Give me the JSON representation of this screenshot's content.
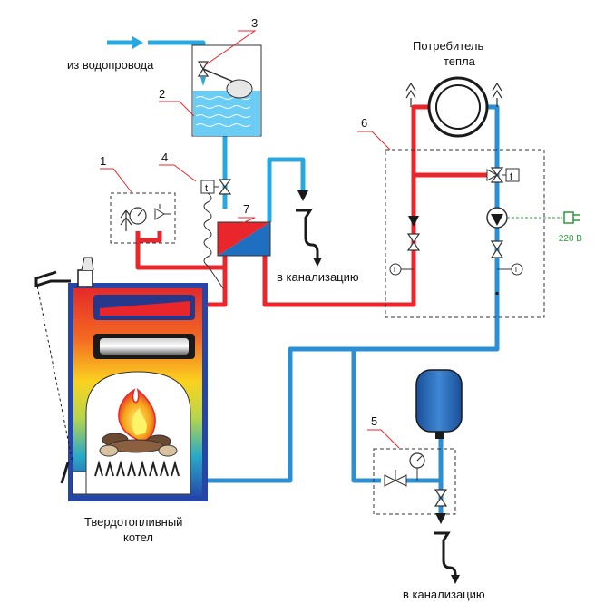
{
  "labels": {
    "water_supply": "из водопровода",
    "consumer_line1": "Потребитель",
    "consumer_line2": "тепла",
    "drain_top": "в канализацию",
    "drain_bottom": "в канализацию",
    "boiler_line1": "Твердотопливный",
    "boiler_line2": "котел",
    "voltage": "~220 В",
    "thermostat_t": "t",
    "thermometer_T": "T"
  },
  "callouts": [
    "1",
    "2",
    "3",
    "4",
    "5",
    "6",
    "7"
  ],
  "colors": {
    "hot": "#e8262b",
    "cold": "#2b8fd6",
    "light_blue": "#29a8e0",
    "water": "#7fd3f7",
    "dark_blue": "#1f4e9c",
    "leader": "#e8262b",
    "electric": "#2a9d3a"
  }
}
